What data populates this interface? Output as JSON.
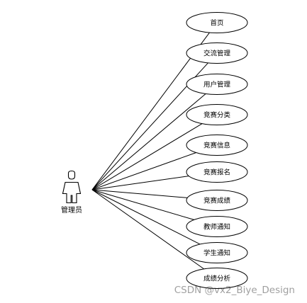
{
  "actor": {
    "label": "管理员"
  },
  "use_cases": [
    {
      "label": "首页"
    },
    {
      "label": "交流管理"
    },
    {
      "label": "用户管理"
    },
    {
      "label": "竞赛分类"
    },
    {
      "label": "竞赛信息"
    },
    {
      "label": "竞赛报名"
    },
    {
      "label": "竞赛成绩"
    },
    {
      "label": "教师通知"
    },
    {
      "label": "学生通知"
    },
    {
      "label": "成绩分析"
    }
  ],
  "watermark": "CSDN @vx2_Biye_Design",
  "colors": {
    "stroke": "#000000",
    "background": "#ffffff"
  }
}
